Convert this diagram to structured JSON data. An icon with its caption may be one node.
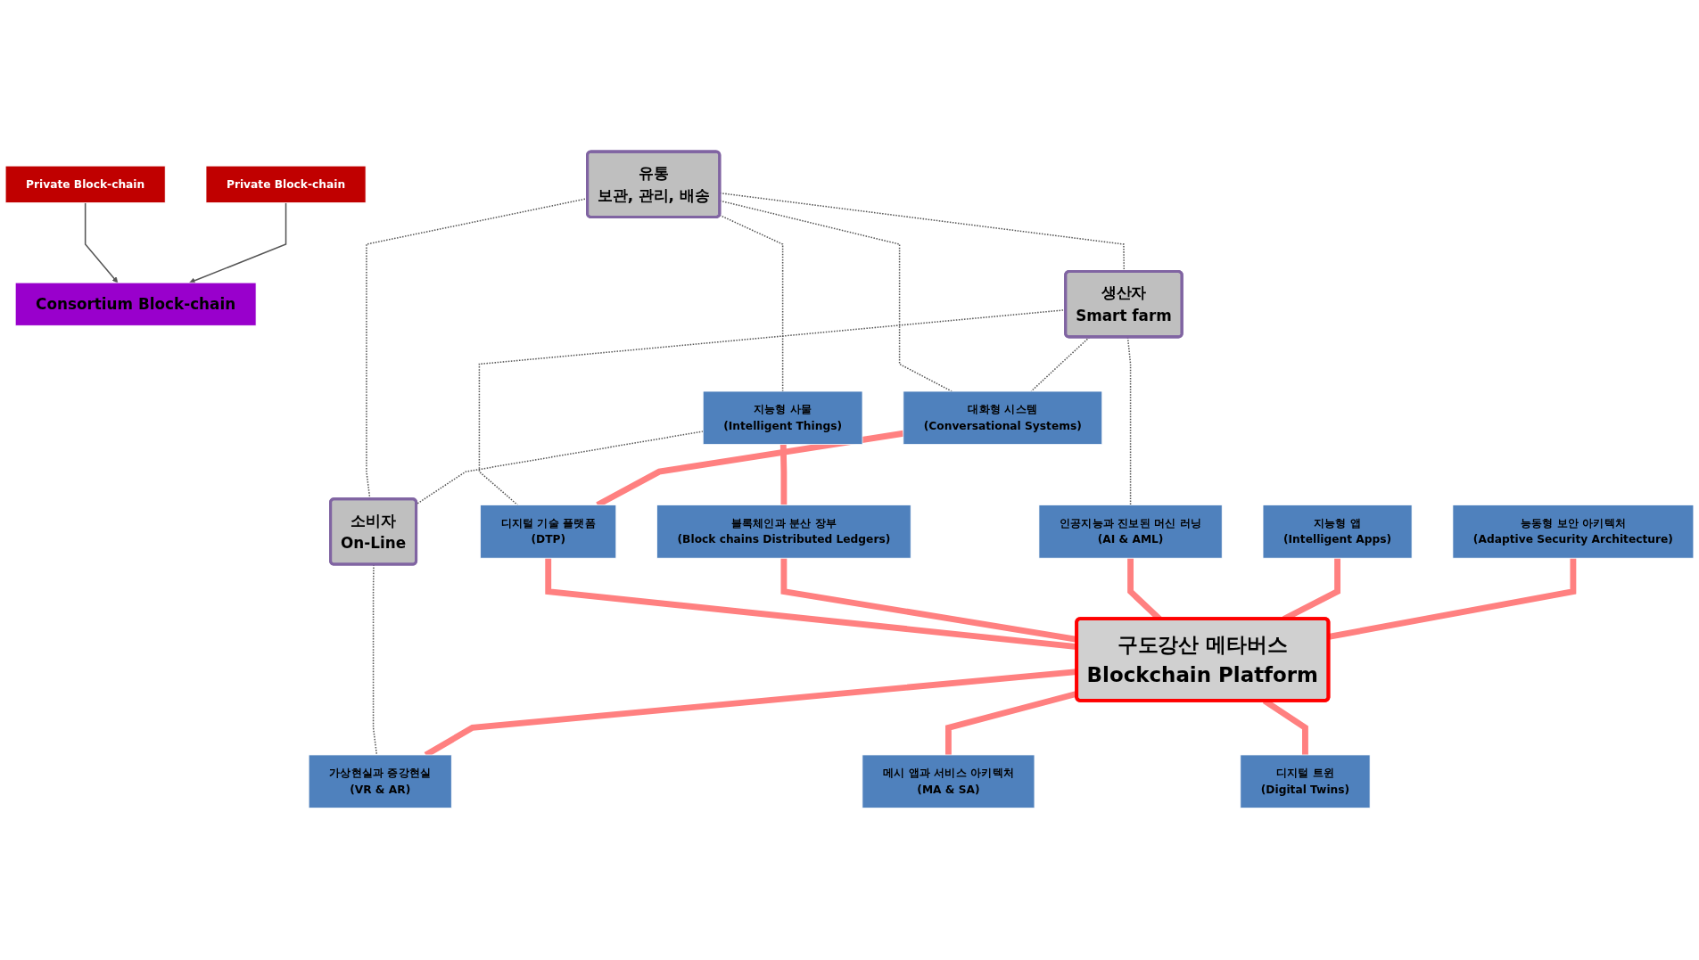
{
  "diagram": {
    "nodes": [
      {
        "text": [
          "Private Block-chain"
        ]
      },
      {
        "text": [
          "Private Block-chain"
        ]
      },
      {
        "text": [
          "Consortium Block-chain"
        ]
      },
      {
        "text": [
          "유통",
          "보관, 관리, 배송"
        ]
      },
      {
        "text": [
          "생산자",
          "Smart farm"
        ]
      },
      {
        "text": [
          "대화형 시스템",
          "(Conversational Systems)"
        ]
      },
      {
        "text": [
          "지능형 사물",
          "(Intelligent Things)"
        ]
      },
      {
        "text": [
          "소비자",
          "On-Line"
        ]
      },
      {
        "text": [
          "디지털 기술 플랫폼",
          "(DTP)"
        ]
      },
      {
        "text": [
          "블록체인과 분산 장부",
          "(Block chains Distributed Ledgers)"
        ]
      },
      {
        "text": [
          "인공지능과 진보된 머신 러닝",
          "(AI & AML)"
        ]
      },
      {
        "text": [
          "구도강산 메타버스",
          "Blockchain Platform"
        ]
      },
      {
        "text": [
          "가상현실과 증강현실",
          "(VR & AR)"
        ]
      },
      {
        "text": [
          "지능형 앱",
          "(Intelligent Apps)"
        ]
      },
      {
        "text": [
          "메시 앱과 서비스 아키텍처",
          "(MA & SA)"
        ]
      },
      {
        "text": [
          "능동형 보안 아키텍처",
          "(Adaptive Security Architecture)"
        ]
      },
      {
        "text": [
          "디지털 트윈",
          "(Digital Twins)"
        ]
      }
    ],
    "edges": [
      {
        "from": 0,
        "to": 2,
        "arrow": "to"
      },
      {
        "from": 1,
        "to": 2,
        "arrow": "to"
      },
      {
        "from": 3,
        "to": 4,
        "arrow": "none",
        "style": "dashed"
      },
      {
        "from": 3,
        "to": 7,
        "arrow": "none",
        "style": "dashed"
      },
      {
        "from": 3,
        "to": 5,
        "arrow": "none",
        "style": "dashed"
      },
      {
        "from": 3,
        "to": 6,
        "arrow": "none",
        "style": "dashed"
      },
      {
        "from": 4,
        "to": 5,
        "arrow": "none",
        "style": "dashed"
      },
      {
        "from": 4,
        "to": 8,
        "arrow": "none",
        "style": "dashed"
      },
      {
        "from": 6,
        "to": 7,
        "arrow": "none",
        "style": "dashed"
      },
      {
        "from": 4,
        "to": 10,
        "arrow": "none",
        "style": "dashed"
      },
      {
        "from": 7,
        "to": 12,
        "arrow": "none",
        "style": "dashed"
      },
      {
        "from": 5,
        "to": 8,
        "arrow": "none",
        "style": "thick",
        "color": "#ff8080"
      },
      {
        "from": 6,
        "to": 9,
        "arrow": "none",
        "style": "thick",
        "color": "#ff8080"
      },
      {
        "from": 8,
        "to": 11,
        "arrow": "none",
        "style": "thick",
        "color": "#ff8080"
      },
      {
        "from": 9,
        "to": 11,
        "arrow": "none",
        "style": "thick",
        "color": "#ff8080"
      },
      {
        "from": 10,
        "to": 11,
        "arrow": "none",
        "style": "thick",
        "color": "#ff8080"
      },
      {
        "from": 13,
        "to": 11,
        "arrow": "none",
        "style": "thick",
        "color": "#ff8080"
      },
      {
        "from": 15,
        "to": 11,
        "arrow": "none",
        "style": "thick",
        "color": "#ff8080"
      },
      {
        "from": 11,
        "to": 12,
        "arrow": "none",
        "style": "thick",
        "color": "#ff8080"
      },
      {
        "from": 11,
        "to": 14,
        "arrow": "none",
        "style": "thick",
        "color": "#ff8080"
      },
      {
        "from": 11,
        "to": 16,
        "arrow": "none",
        "style": "thick",
        "color": "#ff8080"
      }
    ]
  }
}
